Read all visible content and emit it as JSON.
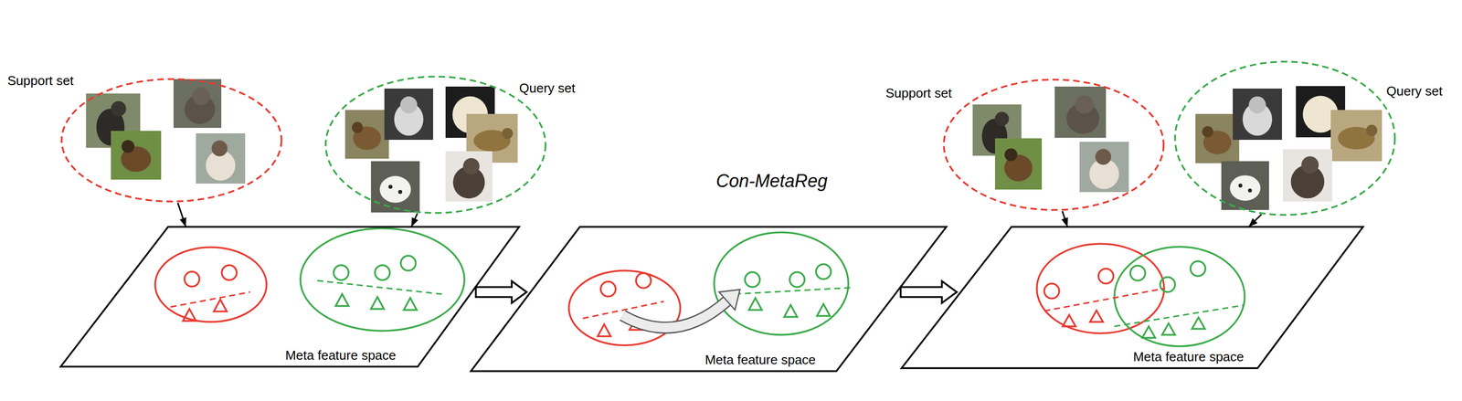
{
  "diagram": {
    "nodes": [
      {
        "text": [
          "Support set"
        ]
      },
      {
        "text": [
          "Query set"
        ]
      },
      {
        "text": [
          "Meta feature space"
        ]
      },
      {
        "text": [
          "Meta feature space"
        ]
      },
      {
        "text": [
          "Support set"
        ]
      },
      {
        "text": [
          "Query set"
        ]
      },
      {
        "text": [
          "Meta feature space"
        ]
      }
    ],
    "edges": [
      {
        "from": 0,
        "to": 2,
        "arrow": "to"
      },
      {
        "from": 1,
        "to": 2,
        "arrow": "to"
      },
      {
        "from": 2,
        "to": 3,
        "arrow": "to"
      },
      {
        "from": 3,
        "to": 6,
        "arrow": "to"
      },
      {
        "from": 4,
        "to": 6,
        "arrow": "to"
      },
      {
        "from": 5,
        "to": 6,
        "arrow": "to"
      }
    ],
    "labels": [
      "Con-MetaReg"
    ]
  }
}
